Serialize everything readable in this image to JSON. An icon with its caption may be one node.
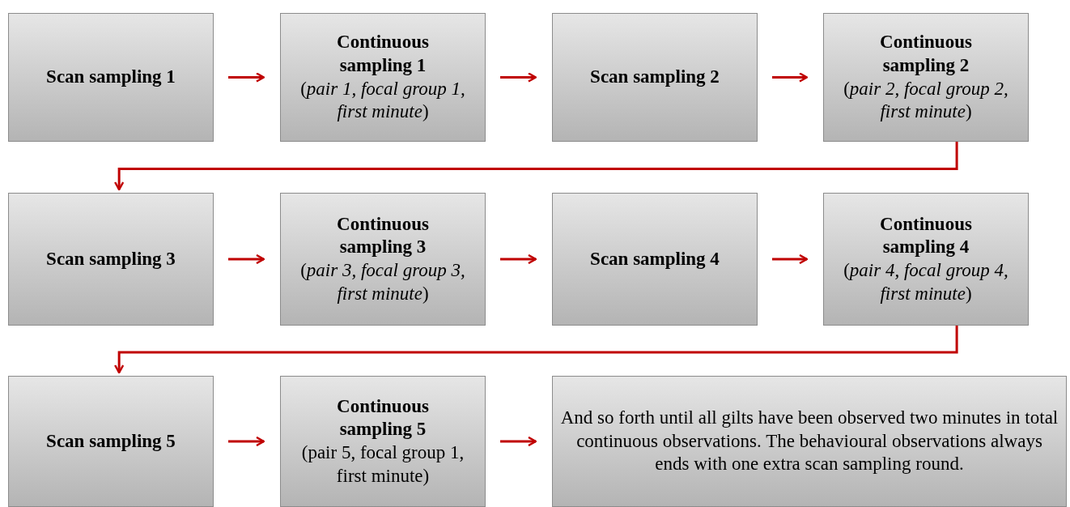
{
  "diagram": {
    "nodes": [
      {
        "text": [
          "Scan sampling 1"
        ]
      },
      {
        "text": [
          "Continuous sampling 1",
          "(*pair 1, focal group 1, first minute*)"
        ]
      },
      {
        "text": [
          "Scan sampling 2"
        ]
      },
      {
        "text": [
          "Continuous sampling 2",
          "(*pair 2, focal group 2, first minute*)"
        ]
      },
      {
        "text": [
          "Scan sampling 3"
        ]
      },
      {
        "text": [
          "Continuous sampling 3",
          "(*pair 3, focal group 3, first minute*)"
        ]
      },
      {
        "text": [
          "Scan sampling 4"
        ]
      },
      {
        "text": [
          "Continuous sampling 4",
          "(*pair 4, focal group 4, first minute*)"
        ]
      },
      {
        "text": [
          "Scan sampling 5"
        ]
      },
      {
        "text": [
          "Continuous sampling 5",
          "(pair 5, focal group 1, first minute)"
        ]
      },
      {
        "text": [
          "And so forth until all gilts have been observed two minutes in total continuous observations.  The behavioural observations always ends with one extra scan sampling round."
        ]
      }
    ],
    "edges": [
      {
        "from": 0,
        "to": 1,
        "arrow": "to"
      },
      {
        "from": 1,
        "to": 2,
        "arrow": "to"
      },
      {
        "from": 2,
        "to": 3,
        "arrow": "to"
      },
      {
        "from": 3,
        "to": 4,
        "arrow": "to"
      },
      {
        "from": 4,
        "to": 5,
        "arrow": "to"
      },
      {
        "from": 5,
        "to": 6,
        "arrow": "to"
      },
      {
        "from": 6,
        "to": 7,
        "arrow": "to"
      },
      {
        "from": 7,
        "to": 8,
        "arrow": "to"
      },
      {
        "from": 8,
        "to": 9,
        "arrow": "to"
      },
      {
        "from": 9,
        "to": 10,
        "arrow": "to"
      }
    ]
  }
}
